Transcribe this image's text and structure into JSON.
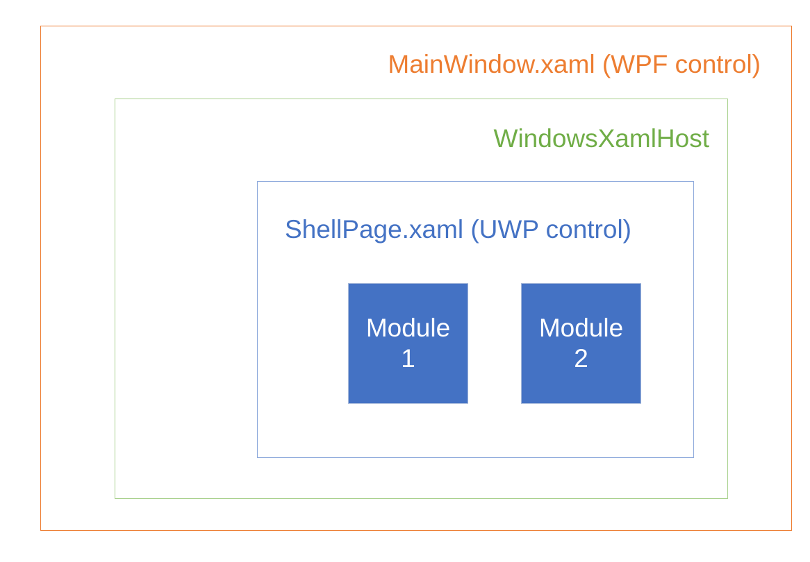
{
  "colors": {
    "main_window": "#ED7D31",
    "xaml_host": "#70AD47",
    "shell_page": "#4472C4",
    "module_fill": "#4472C4"
  },
  "main_window": {
    "label": "MainWindow.xaml (WPF control)"
  },
  "xaml_host": {
    "label": "WindowsXamlHost"
  },
  "shell_page": {
    "label": "ShellPage.xaml (UWP control)",
    "modules": [
      {
        "line1": "Module",
        "line2": "1"
      },
      {
        "line1": "Module",
        "line2": "2"
      }
    ]
  }
}
